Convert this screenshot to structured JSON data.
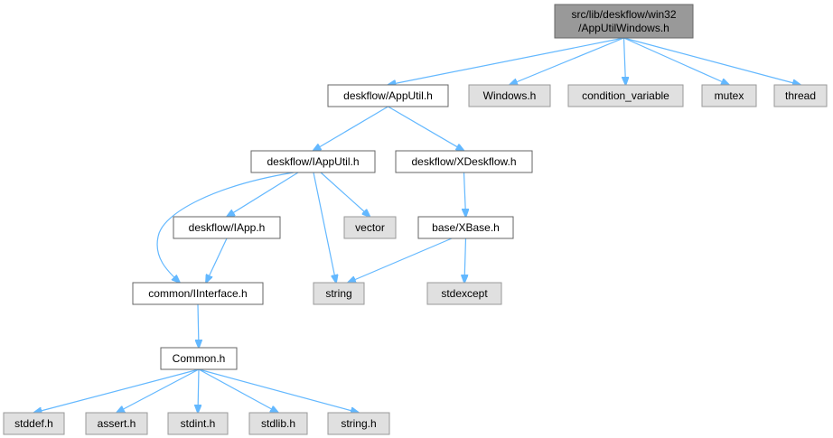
{
  "diagram": {
    "nodes": [
      {
        "id": "root",
        "kind": "root",
        "lines": [
          "src/lib/deskflow/win32",
          "/AppUtilWindows.h"
        ]
      },
      {
        "id": "apputil",
        "kind": "doc",
        "lines": [
          "deskflow/AppUtil.h"
        ]
      },
      {
        "id": "windows_h",
        "kind": "sys",
        "lines": [
          "Windows.h"
        ]
      },
      {
        "id": "condvar",
        "kind": "sys",
        "lines": [
          "condition_variable"
        ]
      },
      {
        "id": "mutex",
        "kind": "sys",
        "lines": [
          "mutex"
        ]
      },
      {
        "id": "thread",
        "kind": "sys",
        "lines": [
          "thread"
        ]
      },
      {
        "id": "iapputil",
        "kind": "doc",
        "lines": [
          "deskflow/IAppUtil.h"
        ]
      },
      {
        "id": "xdeskflow",
        "kind": "doc",
        "lines": [
          "deskflow/XDeskflow.h"
        ]
      },
      {
        "id": "iapp",
        "kind": "doc",
        "lines": [
          "deskflow/IApp.h"
        ]
      },
      {
        "id": "vector",
        "kind": "sys",
        "lines": [
          "vector"
        ]
      },
      {
        "id": "xbase",
        "kind": "doc",
        "lines": [
          "base/XBase.h"
        ]
      },
      {
        "id": "iinterface",
        "kind": "doc",
        "lines": [
          "common/IInterface.h"
        ]
      },
      {
        "id": "string",
        "kind": "sys",
        "lines": [
          "string"
        ]
      },
      {
        "id": "stdexcept",
        "kind": "sys",
        "lines": [
          "stdexcept"
        ]
      },
      {
        "id": "common",
        "kind": "doc",
        "lines": [
          "Common.h"
        ]
      },
      {
        "id": "stddef",
        "kind": "sys",
        "lines": [
          "stddef.h"
        ]
      },
      {
        "id": "assert",
        "kind": "sys",
        "lines": [
          "assert.h"
        ]
      },
      {
        "id": "stdint",
        "kind": "sys",
        "lines": [
          "stdint.h"
        ]
      },
      {
        "id": "stdlib",
        "kind": "sys",
        "lines": [
          "stdlib.h"
        ]
      },
      {
        "id": "string_h",
        "kind": "sys",
        "lines": [
          "string.h"
        ]
      }
    ],
    "edges": [
      {
        "from": "root",
        "to": "apputil"
      },
      {
        "from": "root",
        "to": "windows_h"
      },
      {
        "from": "root",
        "to": "condvar"
      },
      {
        "from": "root",
        "to": "mutex"
      },
      {
        "from": "root",
        "to": "thread"
      },
      {
        "from": "apputil",
        "to": "iapputil"
      },
      {
        "from": "apputil",
        "to": "xdeskflow"
      },
      {
        "from": "iapputil",
        "to": "iinterface"
      },
      {
        "from": "iapputil",
        "to": "iapp"
      },
      {
        "from": "iapputil",
        "to": "string"
      },
      {
        "from": "iapputil",
        "to": "vector"
      },
      {
        "from": "xdeskflow",
        "to": "xbase"
      },
      {
        "from": "iapp",
        "to": "iinterface"
      },
      {
        "from": "xbase",
        "to": "string"
      },
      {
        "from": "xbase",
        "to": "stdexcept"
      },
      {
        "from": "iinterface",
        "to": "common"
      },
      {
        "from": "common",
        "to": "stddef"
      },
      {
        "from": "common",
        "to": "assert"
      },
      {
        "from": "common",
        "to": "stdint"
      },
      {
        "from": "common",
        "to": "stdlib"
      },
      {
        "from": "common",
        "to": "string_h"
      }
    ]
  }
}
